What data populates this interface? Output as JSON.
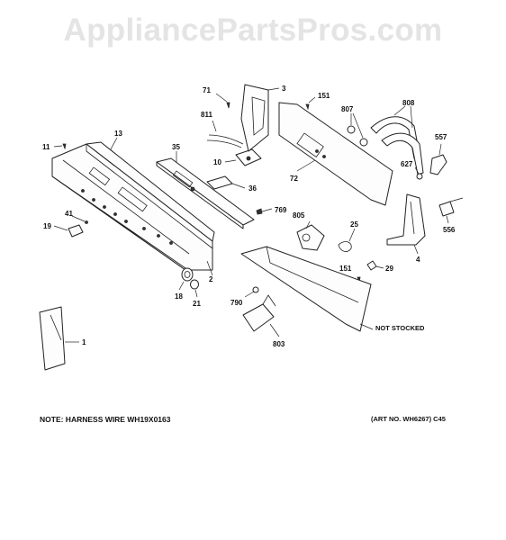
{
  "watermark": "AppliancePartsPros.com",
  "notes": {
    "harness": "NOTE: HARNESS WIRE WH19X0163",
    "art_no": "(ART NO. WH6267) C45",
    "not_stocked": "NOT STOCKED"
  },
  "callouts": {
    "c1": "1",
    "c2": "2",
    "c3": "3",
    "c4": "4",
    "c10": "10",
    "c11": "11",
    "c13": "13",
    "c18": "18",
    "c19": "19",
    "c21": "21",
    "c25": "25",
    "c29": "29",
    "c35": "35",
    "c36": "36",
    "c41": "41",
    "c71": "71",
    "c72": "72",
    "c151a": "151",
    "c151b": "151",
    "c556": "556",
    "c557": "557",
    "c627": "627",
    "c769": "769",
    "c790": "790",
    "c803": "803",
    "c805": "805",
    "c807": "807",
    "c808": "808",
    "c811": "811"
  }
}
